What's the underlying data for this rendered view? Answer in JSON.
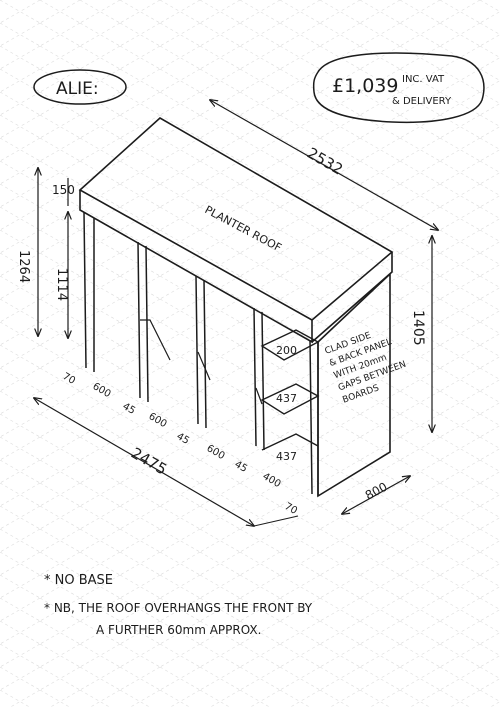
{
  "client_label": "ALIE:",
  "price": {
    "amount": "£1,039",
    "line1": "INC. VAT",
    "line2": "& DELIVERY"
  },
  "roof_label": "PLANTER ROOF",
  "dimensions": {
    "top_length": "2532",
    "front_length": "2475",
    "depth": "800",
    "total_height_left": "1264",
    "roof_depth": "150",
    "post_height": "1114",
    "right_height": "1405",
    "shelf_gap_top": "200",
    "shelf_gap_mid": "437",
    "shelf_gap_bottom": "437",
    "post_width_start": "70",
    "post_width_end": "70",
    "bay_1": "600",
    "bay_2": "600",
    "bay_3": "600",
    "bay_4": "400",
    "gap_1": "45",
    "gap_2": "45",
    "gap_3": "45"
  },
  "side_note": [
    "CLAD SIDE",
    "& BACK PANEL",
    "WITH 20mm",
    "GAPS BETWEEN",
    "BOARDS"
  ],
  "notes": [
    "* NO BASE",
    "* NB, THE ROOF OVERHANGS THE FRONT BY",
    "A FURTHER 60mm APPROX."
  ],
  "colors": {
    "ink": "#1c1c1c",
    "grid": "#d9d9d9",
    "paper": "#ffffff"
  }
}
